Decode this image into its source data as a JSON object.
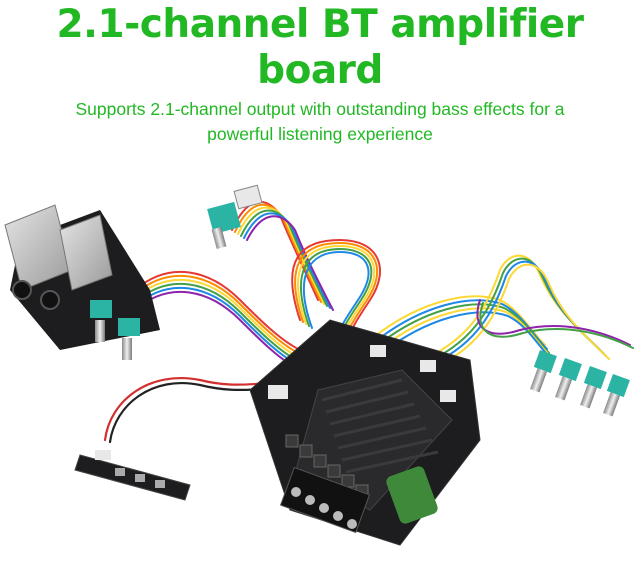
{
  "headline": {
    "line1": "2.1-channel BT amplifier",
    "line2": "board"
  },
  "subheadline": {
    "line1": "Supports 2.1-channel output with outstanding bass effects for a",
    "line2": "powerful listening experience"
  },
  "colors": {
    "accent": "#22b824",
    "pcb": "#1d1d1f",
    "heatsink": "#2a2a2c",
    "capacitor": "#3f8a3a"
  }
}
